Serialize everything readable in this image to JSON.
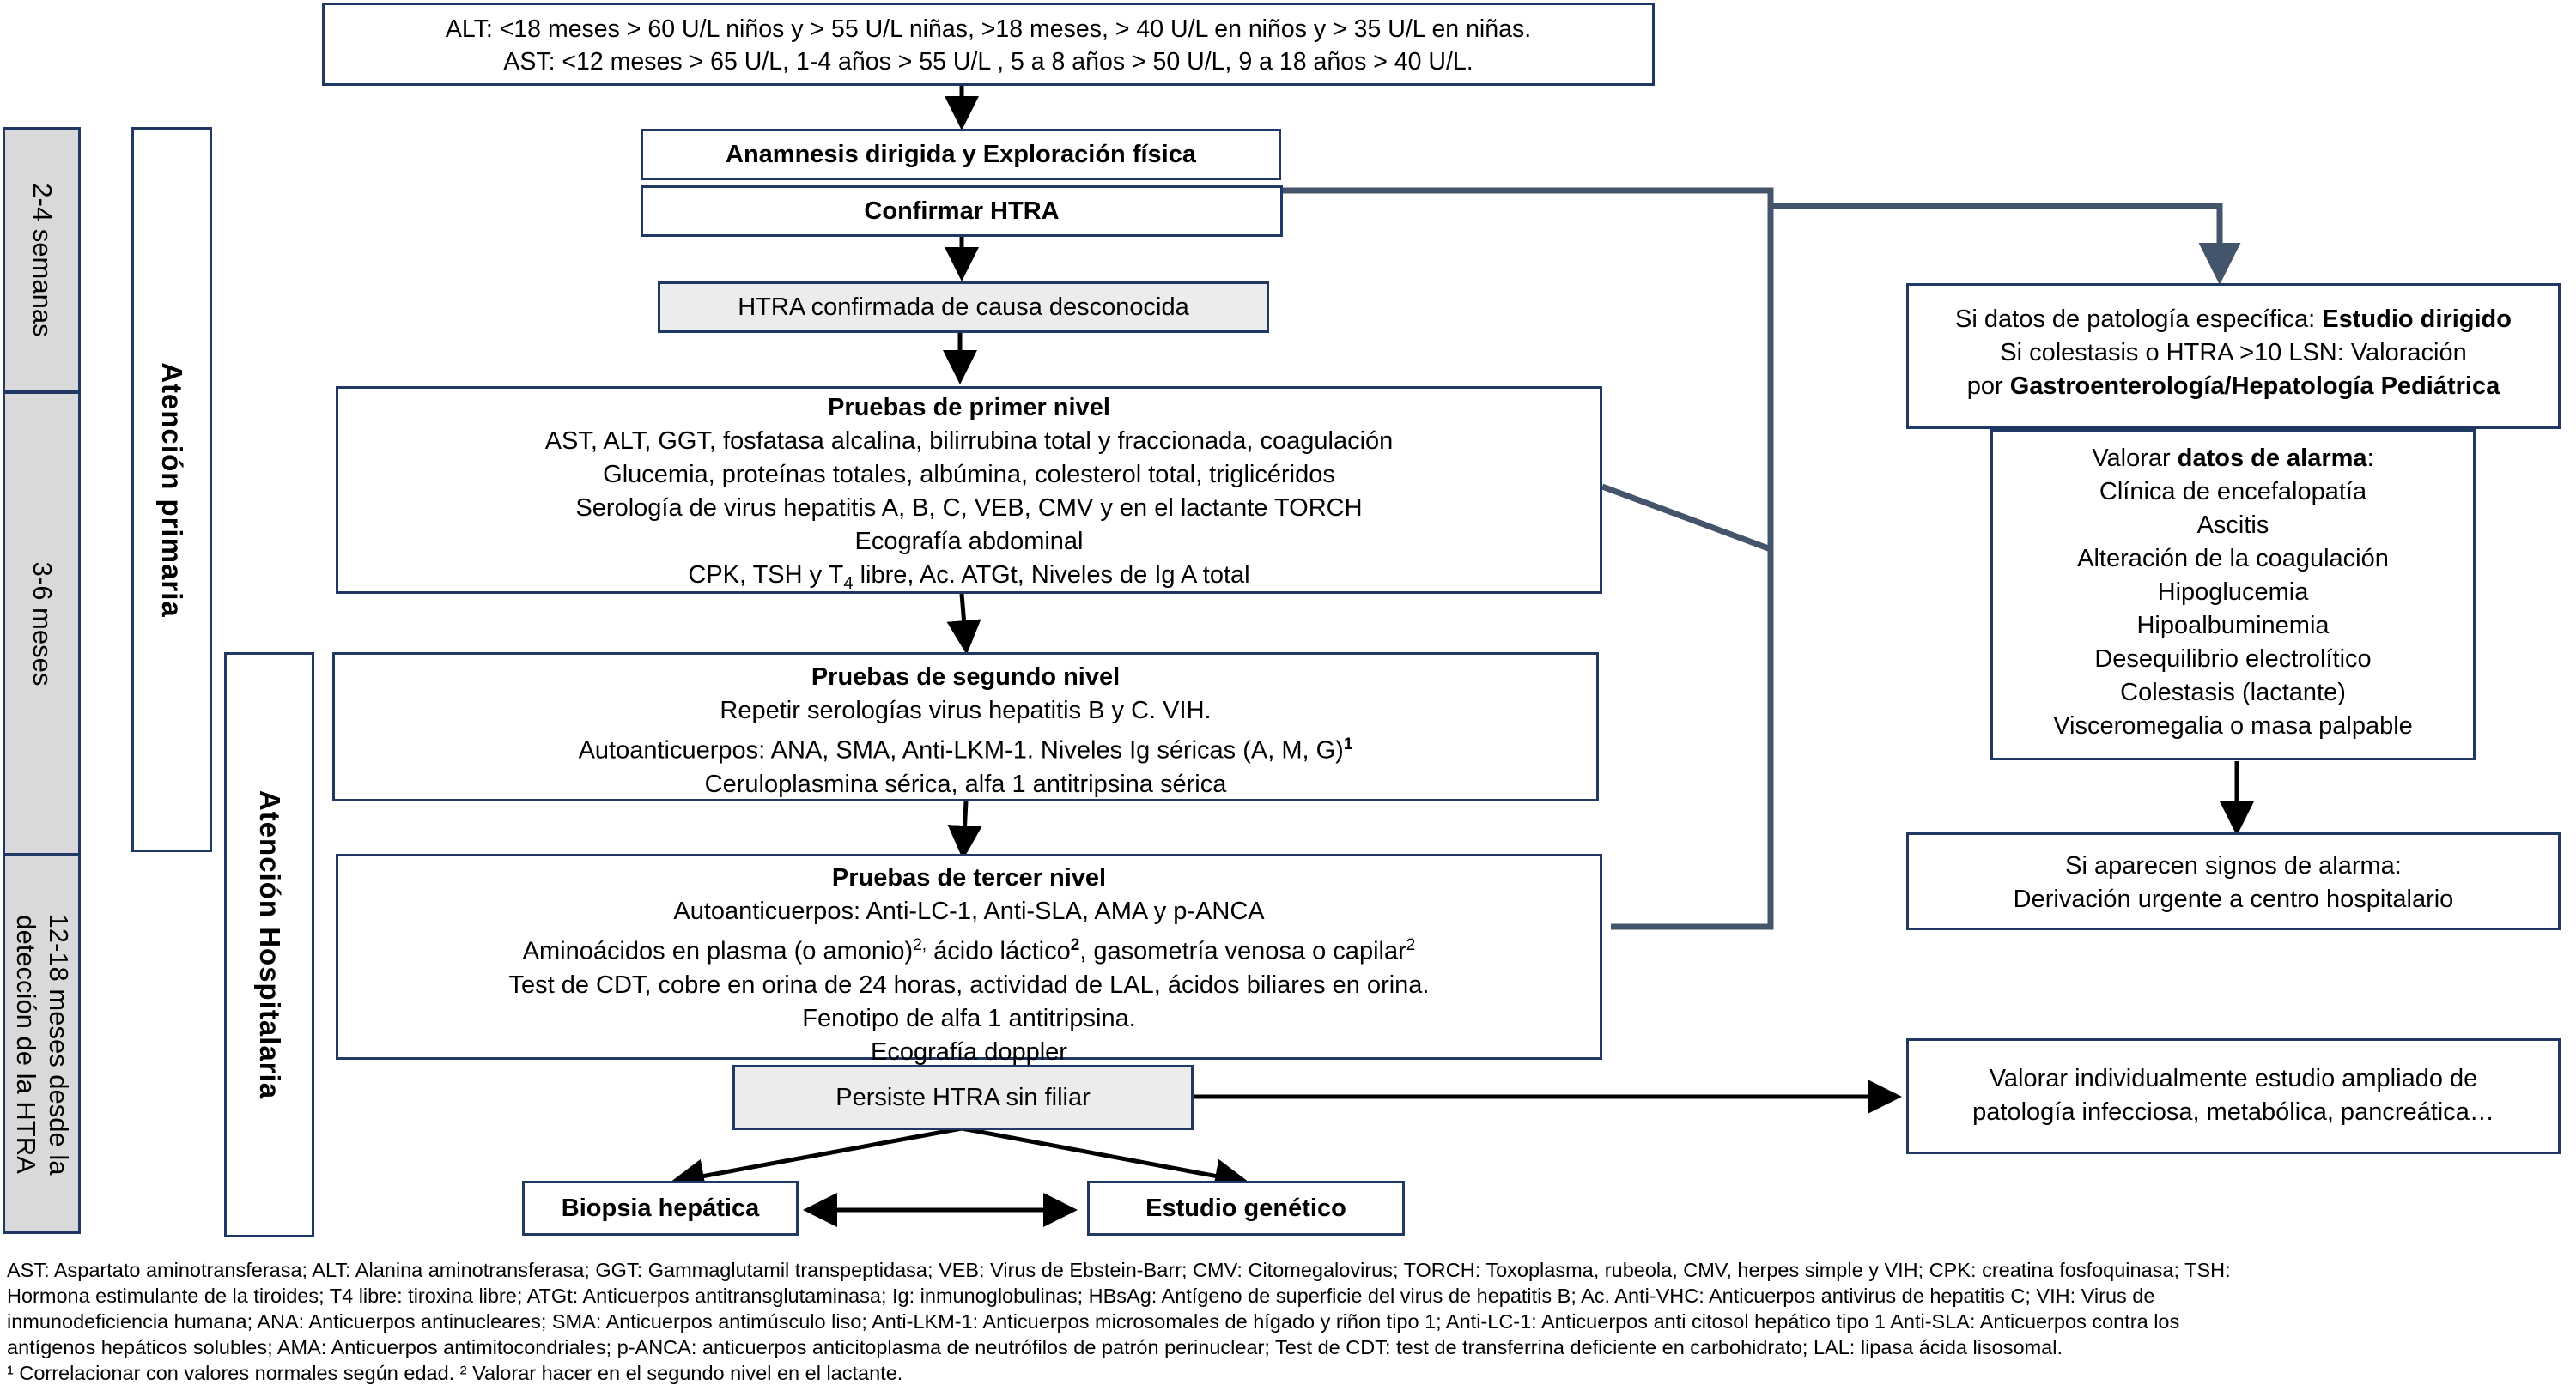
{
  "reference_values": {
    "alt": "ALT: <18 meses >  60 U/L niños y > 55 U/L niñas, >18 meses,  > 40 U/L en niños y > 35 U/L en niñas.",
    "ast": "AST:  <12 meses > 65 U/L, 1-4 años > 55 U/L , 5 a 8 años > 50 U/L, 9 a 18 años > 40 U/L."
  },
  "timeline": {
    "period_1": "2-4 semanas",
    "period_2": "3-6 meses",
    "period_3_line1": "12-18 meses desde la",
    "period_3_line2": "detección  de la HTRA"
  },
  "care_levels": {
    "primary": "Atención  primaria",
    "hospital": "Atención  Hospitalaria"
  },
  "flow": {
    "anamnesis": "Anamnesis dirigida y Exploración física",
    "confirm": "Confirmar HTRA",
    "confirmed": "HTRA confirmada de causa desconocida",
    "first_level": {
      "title": "Pruebas de primer nivel",
      "lines": [
        "AST, ALT, GGT, fosfatasa alcalina, bilirrubina total y fraccionada, coagulación",
        "Glucemia, proteínas totales, albúmina, colesterol total, triglicéridos",
        "Serología de virus hepatitis A, B, C, VEB, CMV y en el lactante TORCH",
        "Ecografía abdominal"
      ],
      "last_pre": "CPK, TSH y T",
      "last_sub": "4",
      "last_post": " libre, Ac. ATGt, Niveles de Ig A total"
    },
    "second_level": {
      "title": "Pruebas de segundo nivel",
      "line1": "Repetir serologías virus hepatitis B y C. VIH.",
      "line2_pre": "Autoanticuerpos: ANA, SMA, Anti-LKM-1. Niveles Ig séricas (A, M, G)",
      "line2_sup": "1",
      "line3": "Ceruloplasmina sérica, alfa 1 antitripsina sérica"
    },
    "third_level": {
      "title": "Pruebas de tercer nivel",
      "line1": "Autoanticuerpos: Anti-LC-1, Anti-SLA, AMA y p-ANCA",
      "line2_a": "Aminoácidos en plasma (o amonio)",
      "line2_sup_a": "2,",
      "line2_b": " ácido láctico",
      "line2_sup_b": "2",
      "line2_c": ", gasometría venosa o capilar",
      "line2_sup_c": "2",
      "line3": "Test de CDT, cobre en orina de 24 horas, actividad de LAL, ácidos biliares en orina.",
      "line4": "Fenotipo de alfa 1 antitripsina.",
      "line5": "Ecografía doppler"
    },
    "persist": "Persiste HTRA sin filiar",
    "biopsy": "Biopsia hepática",
    "genetic": "Estudio genético"
  },
  "right_panel": {
    "specific": {
      "l1_pre": "Si datos de patología específica: ",
      "l1_bold": "Estudio dirigido",
      "l2": "Si colestasis o HTRA >10 LSN: Valoración",
      "l3_pre": "por ",
      "l3_bold": "Gastroenterología/Hepatología Pediátrica"
    },
    "alarm": {
      "title_pre": "Valorar ",
      "title_bold": "datos de alarma",
      "title_post": ":",
      "items": [
        "Clínica de encefalopatía",
        "Ascitis",
        "Alteración de la coagulación",
        "Hipoglucemia",
        "Hipoalbuminemia",
        "Desequilibrio electrolítico",
        "Colestasis (lactante)",
        "Visceromegalia o masa palpable"
      ]
    },
    "referral": {
      "line1": "Si aparecen signos de alarma:",
      "line2": "Derivación urgente a centro hospitalario"
    },
    "extended": {
      "line1": "Valorar individualmente estudio ampliado de",
      "line2": "patología infecciosa, metabólica, pancreática…"
    }
  },
  "footnotes": {
    "lines": [
      "AST: Aspartato aminotransferasa; ALT: Alanina aminotransferasa; GGT: Gammaglutamil transpeptidasa; VEB: Virus de Ebstein-Barr; CMV: Citomegalovirus; TORCH: Toxoplasma, rubeola, CMV, herpes simple y VIH; CPK: creatina fosfoquinasa; TSH:",
      "Hormona estimulante de la tiroides; T4 libre: tiroxina libre; ATGt: Anticuerpos antitransglutaminasa; Ig: inmunoglobulinas; HBsAg: Antígeno de superficie del virus de hepatitis B; Ac. Anti-VHC: Anticuerpos antivirus de hepatitis C; VIH: Virus de",
      "inmunodeficiencia humana; ANA: Anticuerpos antinucleares; SMA: Anticuerpos antimúsculo liso; Anti-LKM-1: Anticuerpos microsomales de hígado y riñon tipo 1; Anti-LC-1: Anticuerpos anti citosol hepático tipo 1 Anti-SLA: Anticuerpos contra los",
      "antígenos hepáticos solubles; AMA: Anticuerpos antimitocondriales; p-ANCA: anticuerpos anticitoplasma de neutrófilos de patrón perinuclear; Test de CDT: test de transferrina deficiente en carbohidrato; LAL: lipasa ácida lisosomal.",
      "¹ Correlacionar con valores normales según edad. ² Valorar hacer en el segundo nivel en el lactante."
    ]
  }
}
